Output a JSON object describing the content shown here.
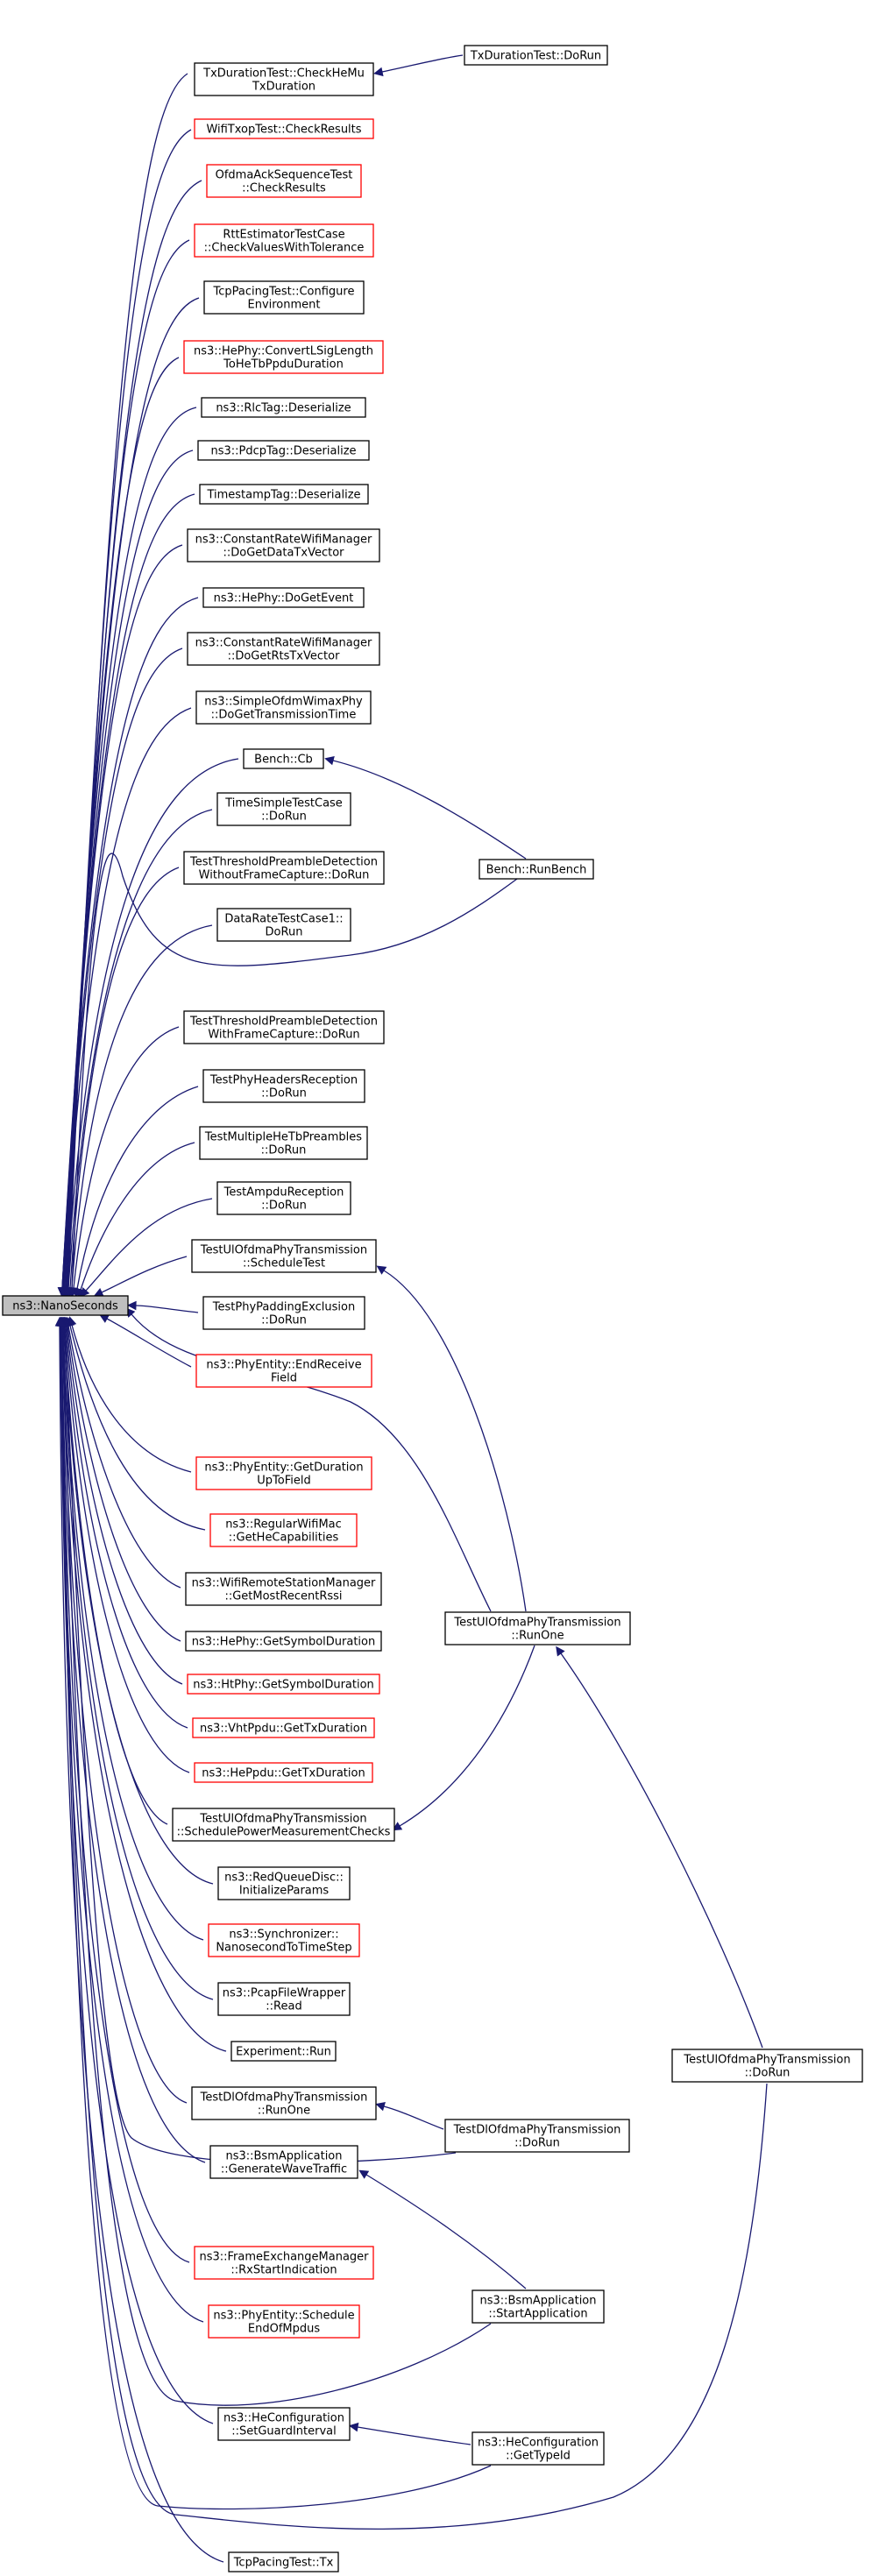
{
  "colors": {
    "edge": "#191970",
    "node_border": "#000000",
    "node_border_incomplete": "#ff0000",
    "root_fill": "#bfbfbf",
    "node_fill": "#ffffff",
    "text": "#000000"
  },
  "nodes": [
    {
      "id": "root",
      "lines": [
        "ns3::NanoSeconds"
      ],
      "border": "black",
      "root": true
    },
    {
      "id": "n1",
      "lines": [
        "TxDurationTest::CheckHeMu",
        "TxDuration"
      ],
      "border": "black"
    },
    {
      "id": "n2",
      "lines": [
        "WifiTxopTest::CheckResults"
      ],
      "border": "red"
    },
    {
      "id": "n3",
      "lines": [
        "OfdmaAckSequenceTest",
        "::CheckResults"
      ],
      "border": "red"
    },
    {
      "id": "n4",
      "lines": [
        "RttEstimatorTestCase",
        "::CheckValuesWithTolerance"
      ],
      "border": "red"
    },
    {
      "id": "n5",
      "lines": [
        "TcpPacingTest::Configure",
        "Environment"
      ],
      "border": "black"
    },
    {
      "id": "n6",
      "lines": [
        "ns3::HePhy::ConvertLSigLength",
        "ToHeTbPpduDuration"
      ],
      "border": "red"
    },
    {
      "id": "n7",
      "lines": [
        "ns3::RlcTag::Deserialize"
      ],
      "border": "black"
    },
    {
      "id": "n8",
      "lines": [
        "ns3::PdcpTag::Deserialize"
      ],
      "border": "black"
    },
    {
      "id": "n9",
      "lines": [
        "TimestampTag::Deserialize"
      ],
      "border": "black"
    },
    {
      "id": "n10",
      "lines": [
        "ns3::ConstantRateWifiManager",
        "::DoGetDataTxVector"
      ],
      "border": "black"
    },
    {
      "id": "n11",
      "lines": [
        "ns3::HePhy::DoGetEvent"
      ],
      "border": "black"
    },
    {
      "id": "n12",
      "lines": [
        "ns3::ConstantRateWifiManager",
        "::DoGetRtsTxVector"
      ],
      "border": "black"
    },
    {
      "id": "n13",
      "lines": [
        "ns3::SimpleOfdmWimaxPhy",
        "::DoGetTransmissionTime"
      ],
      "border": "black"
    },
    {
      "id": "n14",
      "lines": [
        "Bench::Cb"
      ],
      "border": "black"
    },
    {
      "id": "n15",
      "lines": [
        "TimeSimpleTestCase",
        "::DoRun"
      ],
      "border": "black"
    },
    {
      "id": "n16",
      "lines": [
        "TestThresholdPreambleDetection",
        "WithoutFrameCapture::DoRun"
      ],
      "border": "black"
    },
    {
      "id": "n17",
      "lines": [
        "DataRateTestCase1::",
        "DoRun"
      ],
      "border": "black"
    },
    {
      "id": "n18",
      "lines": [
        "TestThresholdPreambleDetection",
        "WithFrameCapture::DoRun"
      ],
      "border": "black"
    },
    {
      "id": "n19",
      "lines": [
        "TestPhyHeadersReception",
        "::DoRun"
      ],
      "border": "black"
    },
    {
      "id": "n20",
      "lines": [
        "TestMultipleHeTbPreambles",
        "::DoRun"
      ],
      "border": "black"
    },
    {
      "id": "n21",
      "lines": [
        "TestAmpduReception",
        "::DoRun"
      ],
      "border": "black"
    },
    {
      "id": "n22",
      "lines": [
        "TestUlOfdmaPhyTransmission",
        "::ScheduleTest"
      ],
      "border": "black"
    },
    {
      "id": "n23",
      "lines": [
        "TestPhyPaddingExclusion",
        "::DoRun"
      ],
      "border": "black"
    },
    {
      "id": "n24",
      "lines": [
        "ns3::PhyEntity::EndReceive",
        "Field"
      ],
      "border": "red"
    },
    {
      "id": "n25",
      "lines": [
        "ns3::PhyEntity::GetDuration",
        "UpToField"
      ],
      "border": "red"
    },
    {
      "id": "n26",
      "lines": [
        "ns3::RegularWifiMac",
        "::GetHeCapabilities"
      ],
      "border": "red"
    },
    {
      "id": "n27",
      "lines": [
        "ns3::WifiRemoteStationManager",
        "::GetMostRecentRssi"
      ],
      "border": "black"
    },
    {
      "id": "n28",
      "lines": [
        "ns3::HePhy::GetSymbolDuration"
      ],
      "border": "black"
    },
    {
      "id": "n29",
      "lines": [
        "ns3::HtPhy::GetSymbolDuration"
      ],
      "border": "red"
    },
    {
      "id": "n30",
      "lines": [
        "ns3::VhtPpdu::GetTxDuration"
      ],
      "border": "red"
    },
    {
      "id": "n31",
      "lines": [
        "ns3::HePpdu::GetTxDuration"
      ],
      "border": "red"
    },
    {
      "id": "n32",
      "lines": [
        "TestUlOfdmaPhyTransmission",
        "::SchedulePowerMeasurementChecks"
      ],
      "border": "black"
    },
    {
      "id": "n33",
      "lines": [
        "ns3::RedQueueDisc::",
        "InitializeParams"
      ],
      "border": "black"
    },
    {
      "id": "n34",
      "lines": [
        "ns3::Synchronizer::",
        "NanosecondToTimeStep"
      ],
      "border": "red"
    },
    {
      "id": "n35",
      "lines": [
        "ns3::PcapFileWrapper",
        "::Read"
      ],
      "border": "black"
    },
    {
      "id": "n36",
      "lines": [
        "Experiment::Run"
      ],
      "border": "black"
    },
    {
      "id": "n37",
      "lines": [
        "TestDlOfdmaPhyTransmission",
        "::RunOne"
      ],
      "border": "black"
    },
    {
      "id": "n38",
      "lines": [
        "ns3::BsmApplication",
        "::GenerateWaveTraffic"
      ],
      "border": "black"
    },
    {
      "id": "n39",
      "lines": [
        "ns3::FrameExchangeManager",
        "::RxStartIndication"
      ],
      "border": "red"
    },
    {
      "id": "n40",
      "lines": [
        "ns3::PhyEntity::Schedule",
        "EndOfMpdus"
      ],
      "border": "red"
    },
    {
      "id": "n41",
      "lines": [
        "ns3::HeConfiguration",
        "::SetGuardInterval"
      ],
      "border": "black"
    },
    {
      "id": "n42",
      "lines": [
        "TcpPacingTest::Tx"
      ],
      "border": "black"
    },
    {
      "id": "r1",
      "lines": [
        "TxDurationTest::DoRun"
      ],
      "border": "black"
    },
    {
      "id": "r2",
      "lines": [
        "Bench::RunBench"
      ],
      "border": "black"
    },
    {
      "id": "r3",
      "lines": [
        "TestUlOfdmaPhyTransmission",
        "::RunOne"
      ],
      "border": "black"
    },
    {
      "id": "r4",
      "lines": [
        "TestDlOfdmaPhyTransmission",
        "::DoRun"
      ],
      "border": "black"
    },
    {
      "id": "r5",
      "lines": [
        "ns3::BsmApplication",
        "::StartApplication"
      ],
      "border": "black"
    },
    {
      "id": "r6",
      "lines": [
        "ns3::HeConfiguration",
        "::GetTypeId"
      ],
      "border": "black"
    },
    {
      "id": "r7",
      "lines": [
        "TestUlOfdmaPhyTransmission",
        "::DoRun"
      ],
      "border": "black"
    }
  ]
}
